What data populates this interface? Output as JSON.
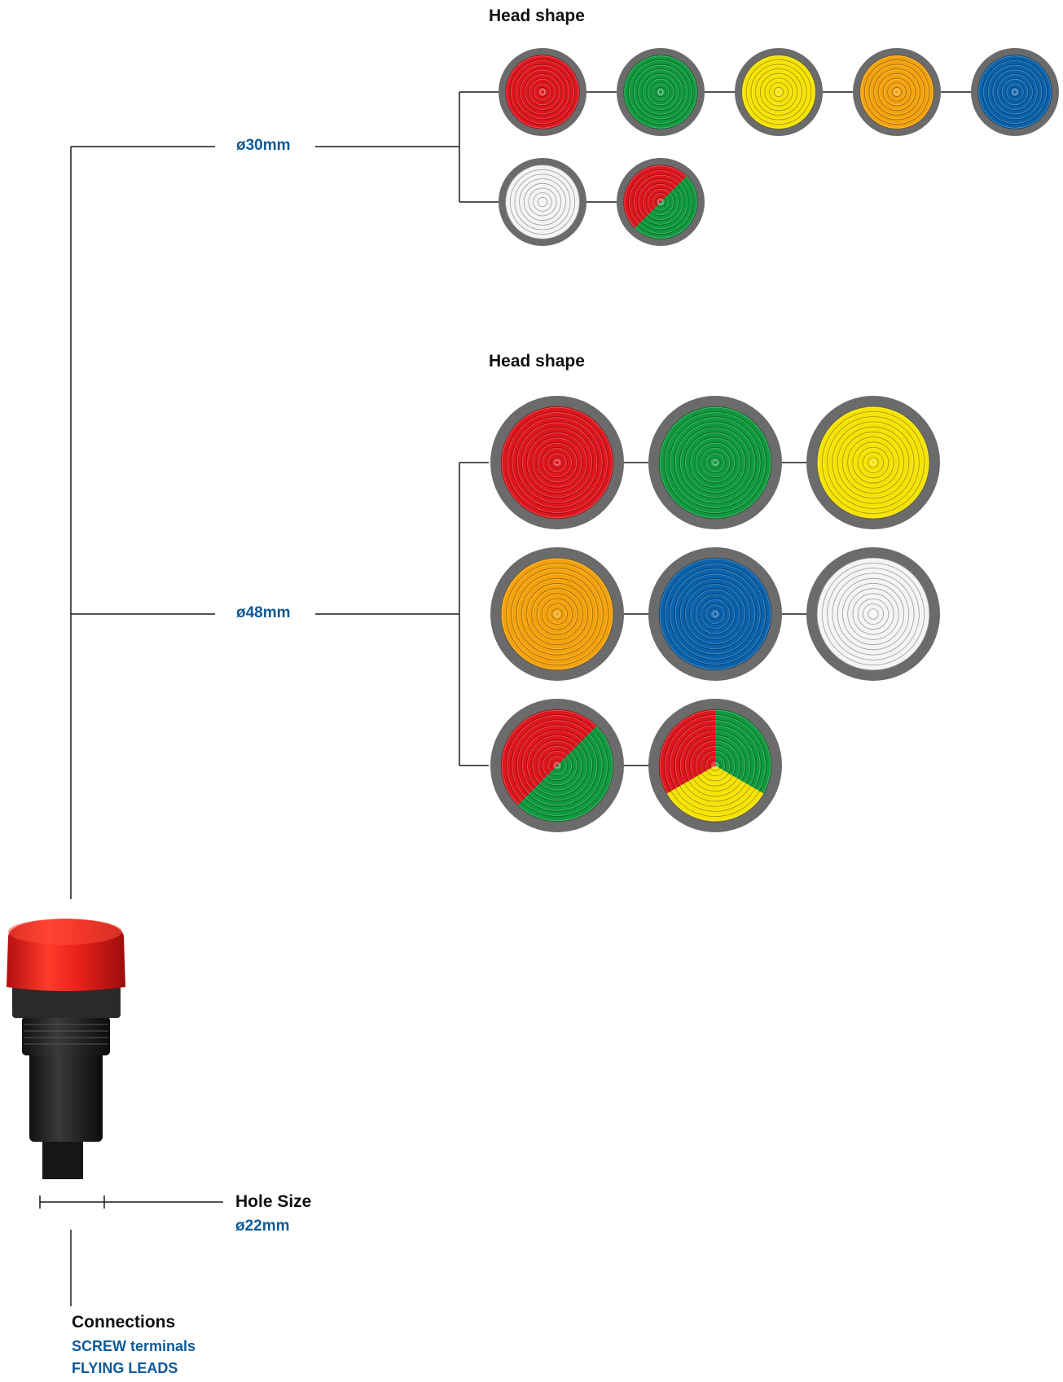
{
  "colors": {
    "red": "#e0151d",
    "green": "#0f9a3d",
    "yellow": "#f6e300",
    "orange": "#f4a20b",
    "blue": "#0a62ac",
    "white": "#f4f4f4",
    "bezel": "#6b6b6b",
    "accent_text": "#0d5a99"
  },
  "sections": [
    {
      "head_label": "Head shape",
      "size_label": "ø30mm",
      "lenses": [
        {
          "colors": [
            "red"
          ]
        },
        {
          "colors": [
            "green"
          ]
        },
        {
          "colors": [
            "yellow"
          ]
        },
        {
          "colors": [
            "orange"
          ]
        },
        {
          "colors": [
            "blue"
          ]
        },
        {
          "colors": [
            "white"
          ]
        },
        {
          "colors": [
            "red",
            "green"
          ]
        }
      ]
    },
    {
      "head_label": "Head shape",
      "size_label": "ø48mm",
      "lenses": [
        {
          "colors": [
            "red"
          ]
        },
        {
          "colors": [
            "green"
          ]
        },
        {
          "colors": [
            "yellow"
          ]
        },
        {
          "colors": [
            "orange"
          ]
        },
        {
          "colors": [
            "blue"
          ]
        },
        {
          "colors": [
            "white"
          ]
        },
        {
          "colors": [
            "red",
            "green"
          ]
        },
        {
          "colors": [
            "green",
            "yellow",
            "red"
          ]
        }
      ]
    }
  ],
  "hole": {
    "title": "Hole Size",
    "value": "ø22mm"
  },
  "connections": {
    "title": "Connections",
    "options": [
      "SCREW terminals",
      "FLYING LEADS"
    ]
  },
  "product_image": {
    "icon": "red-pilot-light-icon"
  }
}
